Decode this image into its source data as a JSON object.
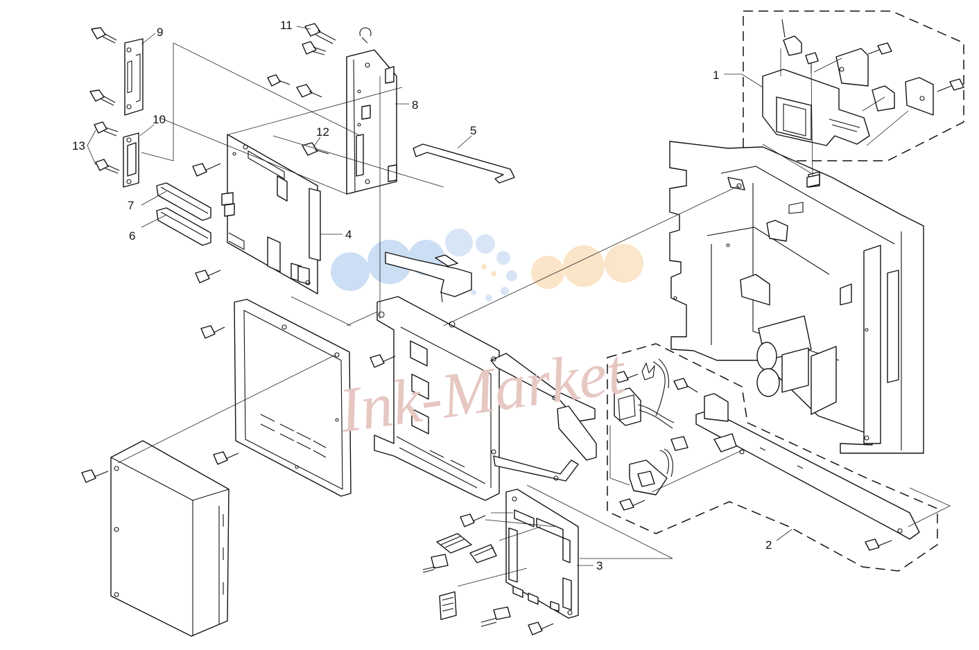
{
  "diagram": {
    "callouts": [
      {
        "id": "c1",
        "label": "1"
      },
      {
        "id": "c2",
        "label": "2"
      },
      {
        "id": "c3",
        "label": "3"
      },
      {
        "id": "c4",
        "label": "4"
      },
      {
        "id": "c5",
        "label": "5"
      },
      {
        "id": "c6",
        "label": "6"
      },
      {
        "id": "c7",
        "label": "7"
      },
      {
        "id": "c8",
        "label": "8"
      },
      {
        "id": "c9",
        "label": "9"
      },
      {
        "id": "c10",
        "label": "10"
      },
      {
        "id": "c11",
        "label": "11"
      },
      {
        "id": "c12",
        "label": "12"
      },
      {
        "id": "c13",
        "label": "13"
      }
    ],
    "watermark": {
      "text": "Ink-Market",
      "colors": {
        "dots_blue": "#c7dbf3",
        "dots_orange": "#fbe3c4",
        "text": "#e6c7c2"
      }
    },
    "colors": {
      "line": "#111111",
      "background": "#ffffff"
    }
  }
}
